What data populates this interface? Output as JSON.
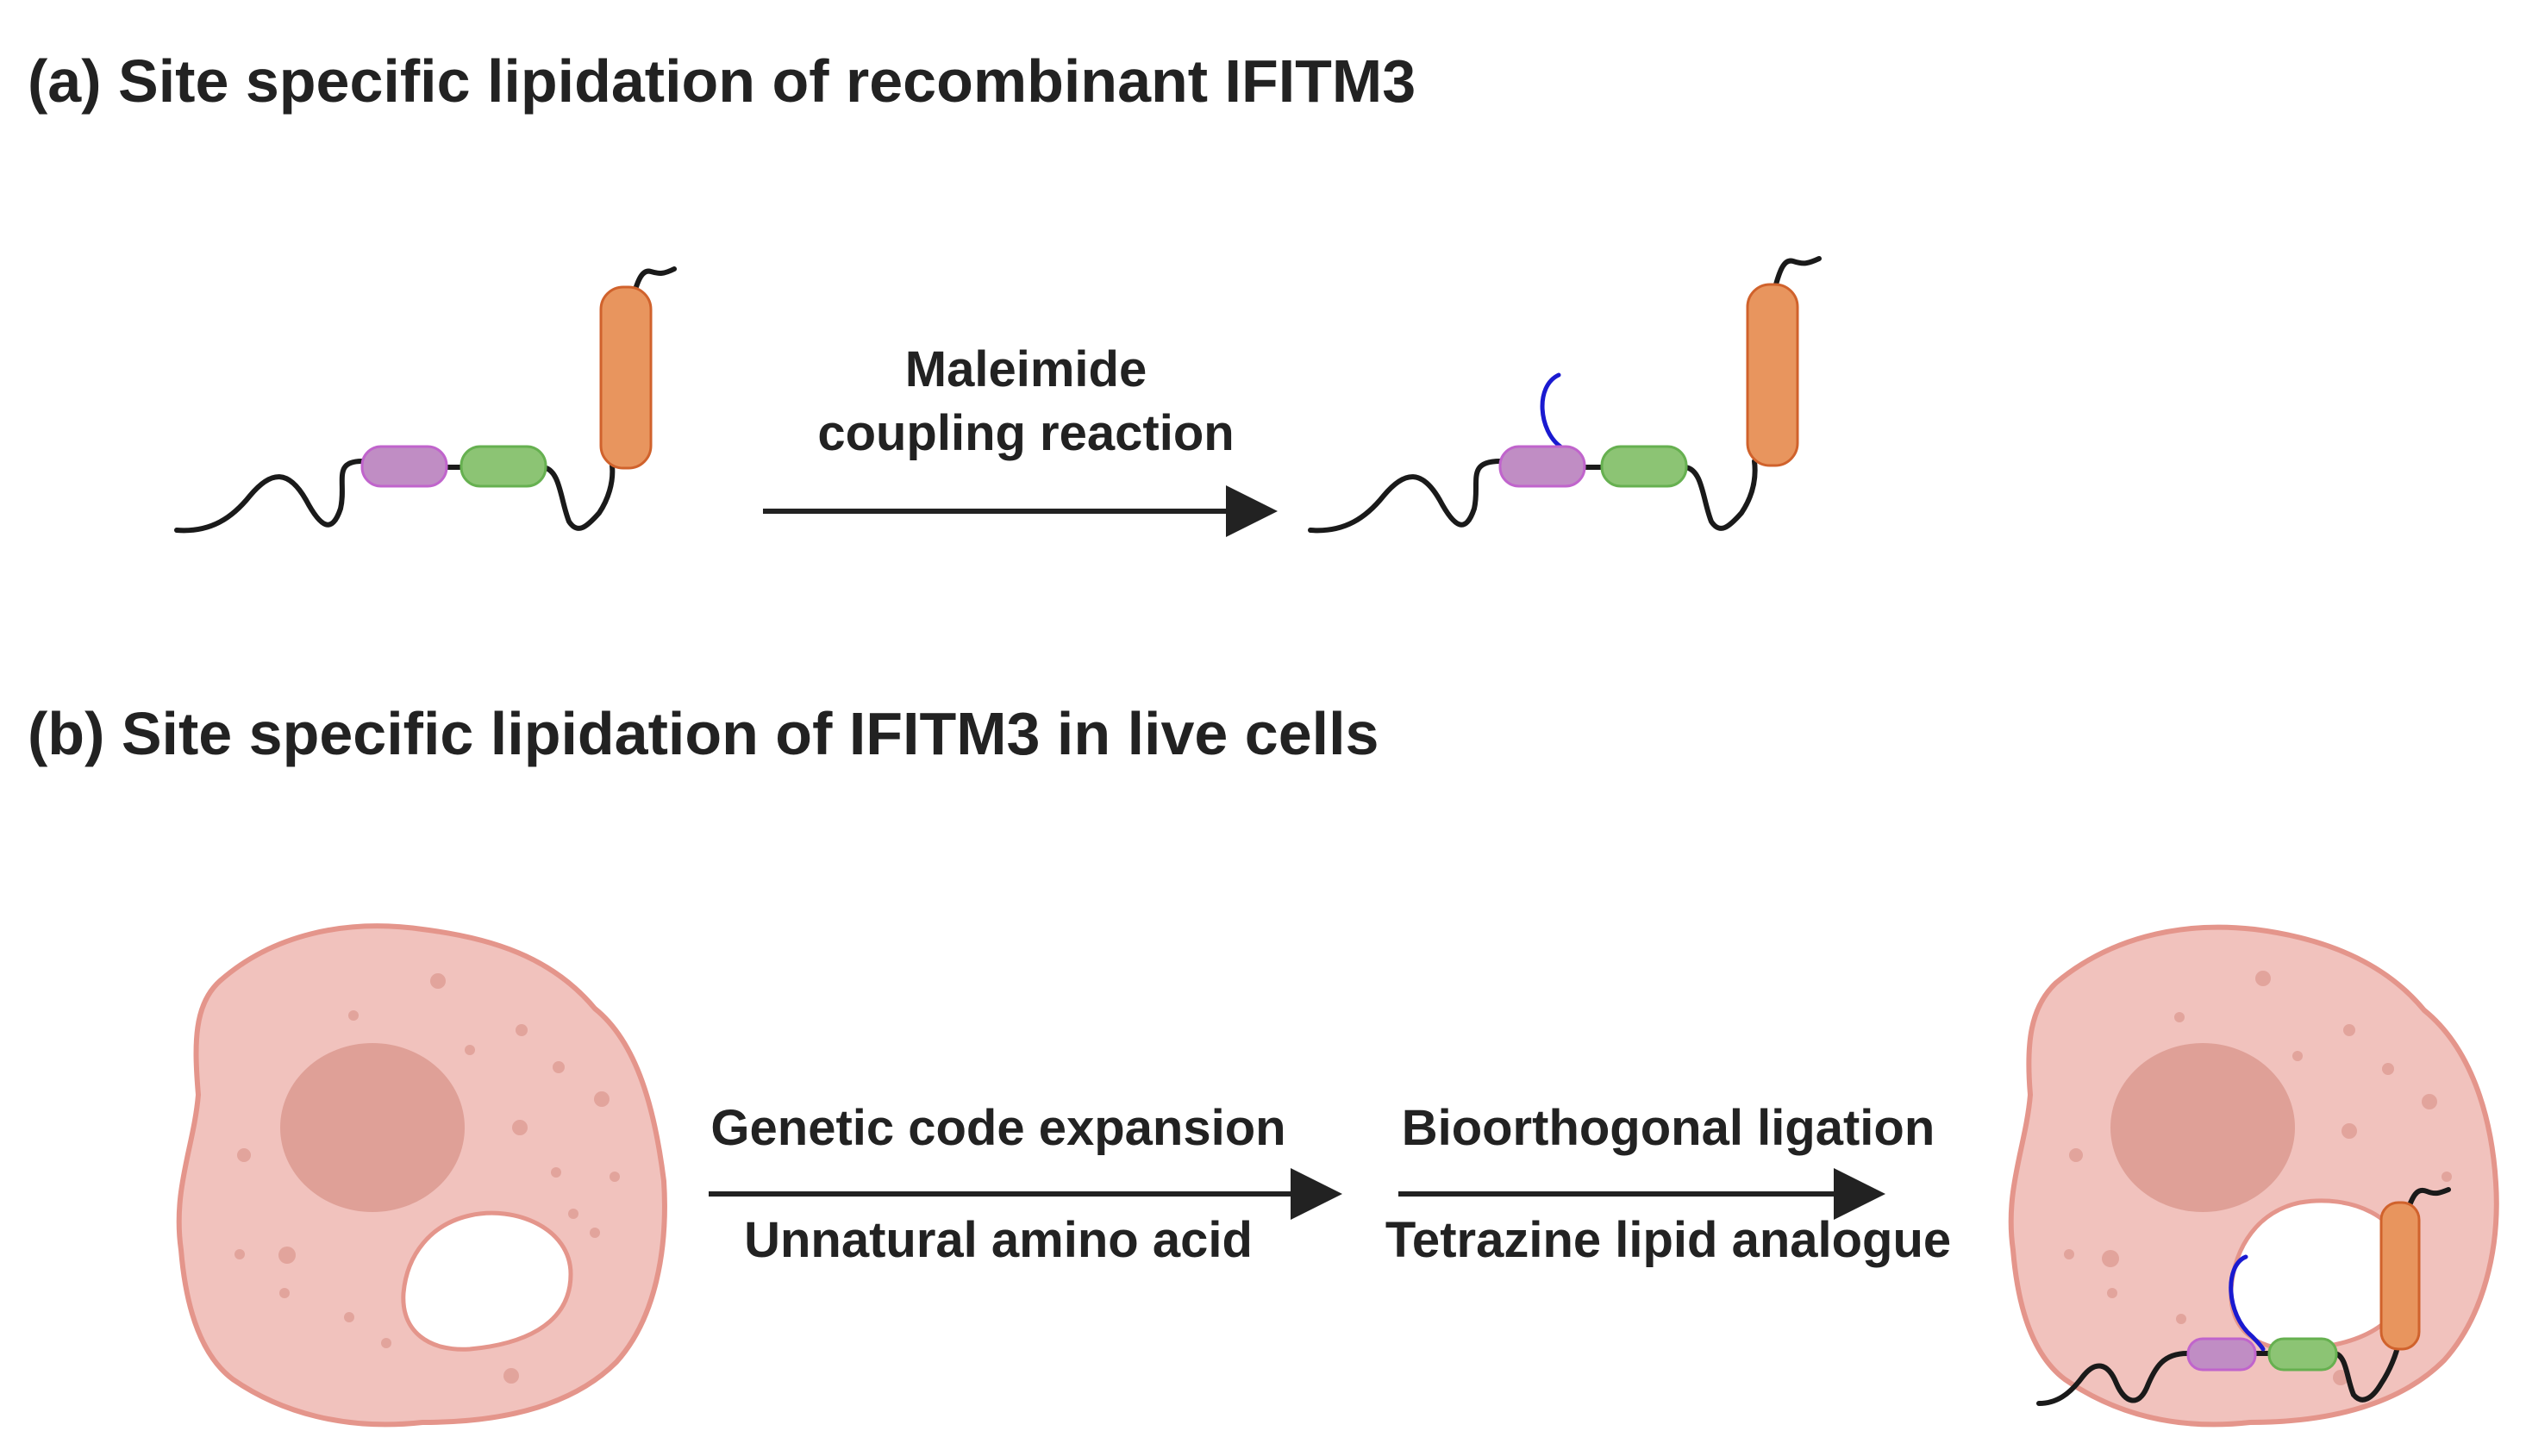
{
  "section_a": {
    "title": "(a) Site specific lipidation of recombinant IFITM3",
    "arrow_label_line1": "Maleimide",
    "arrow_label_line2": "coupling reaction"
  },
  "section_b": {
    "title": "(b) Site specific lipidation of IFITM3 in live cells",
    "step1_above": "Genetic code expansion",
    "step1_below": "Unnatural amino acid",
    "step2_above": "Bioorthogonal ligation",
    "step2_below": "Tetrazine lipid analogue"
  },
  "colors": {
    "text": "#222222",
    "chain": "#1a1a1a",
    "purple_domain": "#c08dc4",
    "purple_border": "#c064cc",
    "green_domain": "#8cc474",
    "green_border": "#66b050",
    "orange_helix": "#e8955e",
    "orange_border": "#d0622c",
    "lipid": "#1a1ad0",
    "cell_fill": "#f1c2bd",
    "cell_border": "#e4958b",
    "nucleus": "#dfa097",
    "dots": "#e2a49c"
  }
}
